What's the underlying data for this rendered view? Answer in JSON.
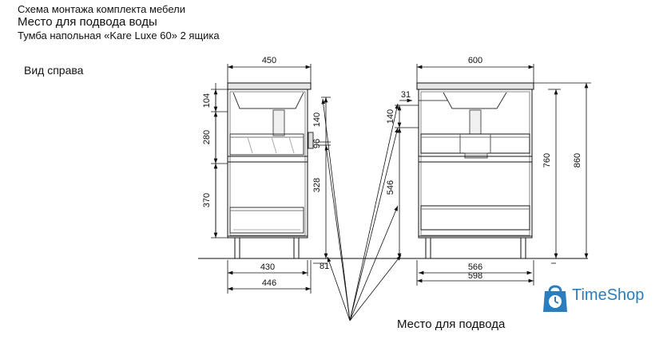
{
  "header": {
    "title": "Схема монтажа комплекта мебели",
    "subtitle": "Место для подвода воды",
    "product": "Тумба напольная «Kare Luxe 60» 2 ящика"
  },
  "view_label": "Вид справа",
  "side_view": {
    "width_top": "450",
    "dim_104": "104",
    "dim_280": "280",
    "dim_370": "370",
    "dim_140": "140",
    "dim_96": "96",
    "dim_328": "328",
    "dim_430": "430",
    "dim_446": "446",
    "dim_81": "81"
  },
  "front_view": {
    "width_top": "600",
    "dim_31": "31",
    "dim_140": "140",
    "dim_546": "546",
    "dim_760": "760",
    "dim_860": "860",
    "dim_566": "566",
    "dim_598": "598"
  },
  "water_label": "Место для подвода",
  "brand": {
    "name": "TimeShop",
    "color": "#2b7dbd"
  }
}
